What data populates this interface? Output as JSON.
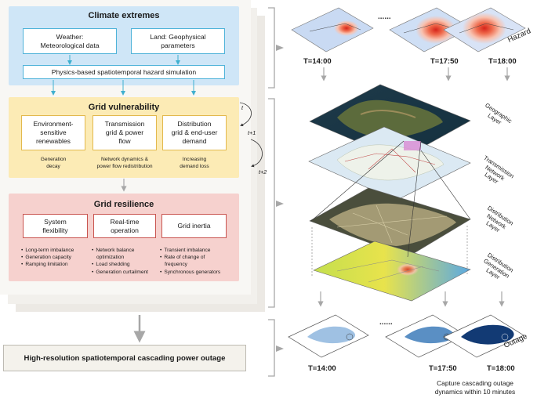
{
  "climate": {
    "title": "Climate extremes",
    "weather_l1": "Weather:",
    "weather_l2": "Meteorological data",
    "land_l1": "Land: Geophysical",
    "land_l2": "parameters",
    "simulation": "Physics-based spatiotemporal hazard simulation"
  },
  "vulnerability": {
    "title": "Grid vulnerability",
    "env_l1": "Environment-",
    "env_l2": "sensitive",
    "env_l3": "renewables",
    "trans_l1": "Transmission",
    "trans_l2": "grid & power",
    "trans_l3": "flow",
    "dist_l1": "Distribution",
    "dist_l2": "grid & end-user",
    "dist_l3": "demand",
    "note1_l1": "Generation",
    "note1_l2": "decay",
    "note2_l1": "Network dynamics &",
    "note2_l2": "power flow redistribution",
    "note3_l1": "Increasing",
    "note3_l2": "demand loss",
    "t0": "t",
    "t1": "t+1",
    "t2": "t+2"
  },
  "resilience": {
    "title": "Grid resilience",
    "flex_l1": "System",
    "flex_l2": "flexibility",
    "rt_l1": "Real-time",
    "rt_l2": "operation",
    "inertia": "Grid inertia",
    "col1": [
      "Long-term imbalance",
      "Generation capacity",
      "Ramping limitation"
    ],
    "col2_1": "Network balance",
    "col2_1b": "optimization",
    "col2_2": "Load shedding",
    "col2_3": "Generation curtailment",
    "col3_1": "Transient imbalance",
    "col3_2": "Rate of change of",
    "col3_2b": "frequency",
    "col3_3": "Synchronous generators"
  },
  "final": "High-resolution spatiotemporal cascading power outage",
  "hazard": {
    "label": "Hazard",
    "times": [
      "T=14:00",
      "T=17:50",
      "T=18:00"
    ]
  },
  "layers": {
    "geo_l1": "Geographic",
    "geo_l2": "Layer",
    "trans_l1": "Transmission",
    "trans_l2": "Network",
    "trans_l3": "Layer",
    "dist_l1": "Distribution",
    "dist_l2": "Network",
    "dist_l3": "Layer",
    "gen_l1": "Distribution",
    "gen_l2": "Generation",
    "gen_l3": "Layer"
  },
  "outage": {
    "label": "Outage",
    "times": [
      "T=14:00",
      "T=17:50",
      "T=18:00"
    ],
    "caption_l1": "Capture cascading outage",
    "caption_l2": "dynamics within 10 minutes"
  },
  "colors": {
    "climate_bg": "#cfe6f7",
    "vulnerability_bg": "#fcebb5",
    "resilience_bg": "#f6d1ce",
    "arrow": "#a7a7a7",
    "teal_arrow": "#3fb0cf"
  }
}
